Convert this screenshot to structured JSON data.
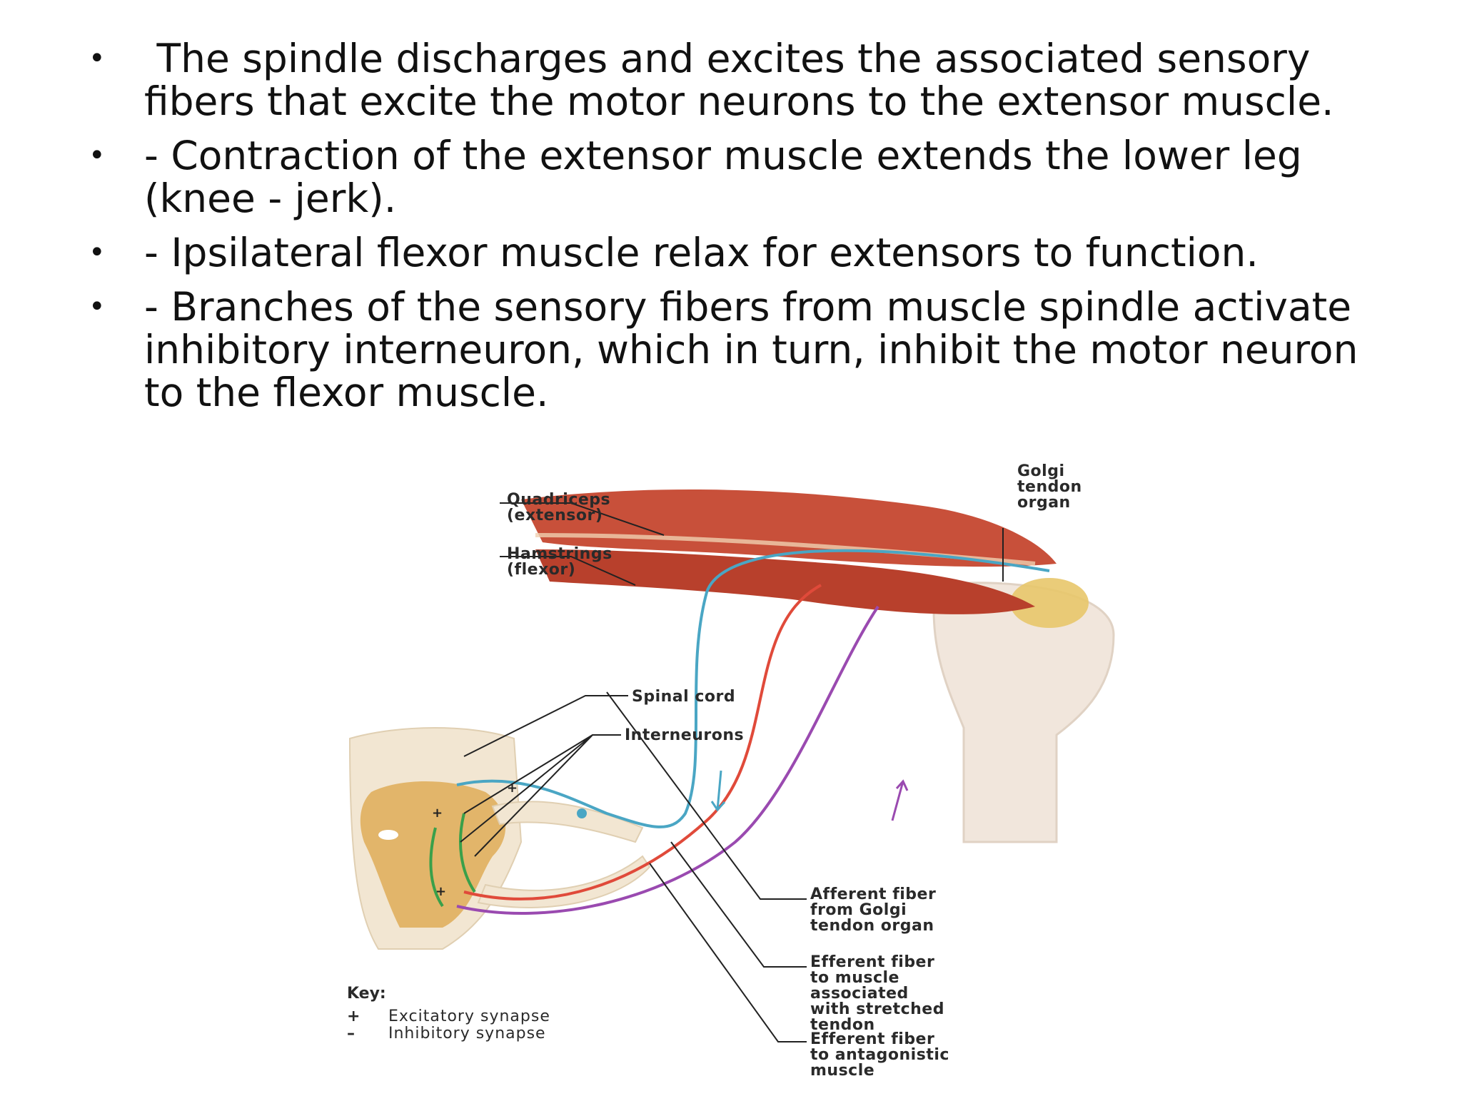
{
  "bullets": [
    " The spindle discharges and excites the associated sensory fibers that excite the motor neurons to the extensor muscle.",
    "- Contraction of the extensor muscle extends the lower leg (knee - jerk).",
    "- Ipsilateral flexor muscle relax for extensors to function.",
    "- Branches of the sensory fibers from muscle spindle activate inhibitory interneuron, which in turn, inhibit the motor neuron to the flexor muscle."
  ],
  "bullet_symbol": "•",
  "figure": {
    "labels": {
      "quadriceps": "Quadriceps\n(extensor)",
      "hamstrings": "Hamstrings\n(flexor)",
      "golgi": "Golgi\ntendon\norgan",
      "spinal_cord": "Spinal cord",
      "interneurons": "Interneurons",
      "afferent": "Afferent fiber\nfrom Golgi\ntendon organ",
      "efferent_stretched": "Efferent fiber\nto muscle\nassociated\nwith stretched\ntendon",
      "efferent_antagonistic": "Efferent fiber\nto antagonistic\nmuscle"
    },
    "key": {
      "title": "Key:",
      "excitatory_symbol": "+",
      "excitatory": "Excitatory synapse",
      "inhibitory_symbol": "–",
      "inhibitory": "Inhibitory synapse"
    },
    "colors": {
      "muscle": "#c8503a",
      "afferent": "#4aa6c4",
      "efferent": "#e04a3a",
      "antagonist": "#9a4ab0",
      "interneuron": "#3aa04a",
      "cord": "#e2b56a"
    }
  }
}
